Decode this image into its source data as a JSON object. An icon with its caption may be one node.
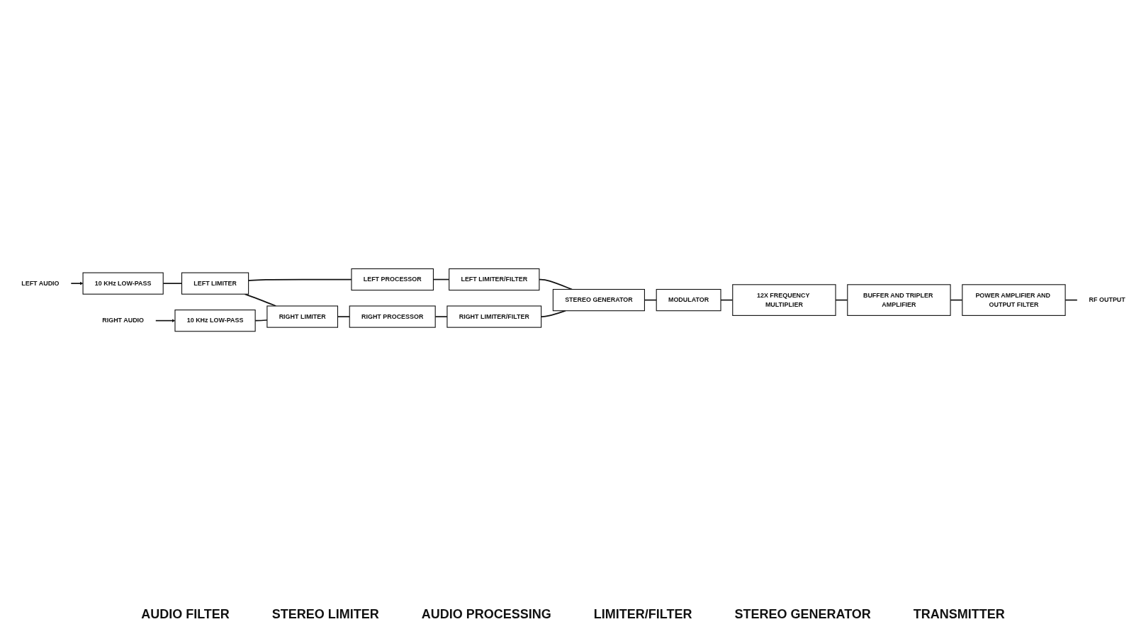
{
  "diagram": {
    "nodes": [
      {
        "text": [
          "LEFT AUDIO"
        ]
      },
      {
        "text": [
          "10 KHz LOW-PASS"
        ]
      },
      {
        "text": [
          "RIGHT AUDIO"
        ]
      },
      {
        "text": [
          "10 KHz LOW-PASS"
        ]
      },
      {
        "text": [
          "LEFT LIMITER"
        ]
      },
      {
        "text": [
          "RIGHT LIMITER"
        ]
      },
      {
        "text": [
          "LEFT PROCESSOR"
        ]
      },
      {
        "text": [
          "RIGHT PROCESSOR"
        ]
      },
      {
        "text": [
          "LEFT LIMITER/FILTER"
        ]
      },
      {
        "text": [
          "RIGHT LIMITER/FILTER"
        ]
      },
      {
        "text": [
          "STEREO GENERATOR"
        ]
      },
      {
        "text": [
          "MODULATOR"
        ]
      },
      {
        "text": [
          "12X FREQUENCY MULTIPLIER"
        ]
      },
      {
        "text": [
          "BUFFER AND TRIPLER AMPLIFIER"
        ]
      },
      {
        "text": [
          "POWER AMPLIFIER AND OUTPUT FILTER"
        ]
      },
      {
        "text": [
          "RF OUTPUT"
        ]
      }
    ],
    "edges": [
      {
        "from": 0,
        "to": 1,
        "arrow": "to"
      },
      {
        "from": 2,
        "to": 3,
        "arrow": "to"
      },
      {
        "from": 1,
        "to": 4,
        "arrow": "none"
      },
      {
        "from": 3,
        "to": 5,
        "arrow": "none"
      },
      {
        "from": 4,
        "to": 5,
        "arrow": "none"
      },
      {
        "from": 4,
        "to": 6,
        "arrow": "none"
      },
      {
        "from": 5,
        "to": 7,
        "arrow": "none"
      },
      {
        "from": 6,
        "to": 8,
        "arrow": "none"
      },
      {
        "from": 7,
        "to": 9,
        "arrow": "none"
      },
      {
        "from": 8,
        "to": 10,
        "arrow": "none"
      },
      {
        "from": 9,
        "to": 10,
        "arrow": "none"
      },
      {
        "from": 10,
        "to": 11,
        "arrow": "none"
      },
      {
        "from": 11,
        "to": 12,
        "arrow": "none"
      },
      {
        "from": 12,
        "to": 13,
        "arrow": "none"
      },
      {
        "from": 13,
        "to": 14,
        "arrow": "none"
      },
      {
        "from": 14,
        "to": 15,
        "arrow": "none"
      }
    ],
    "labels": [
      "AUDIO FILTER",
      "STEREO LIMITER",
      "AUDIO PROCESSING",
      "LIMITER/FILTER",
      "STEREO GENERATOR",
      "TRANSMITTER"
    ]
  }
}
